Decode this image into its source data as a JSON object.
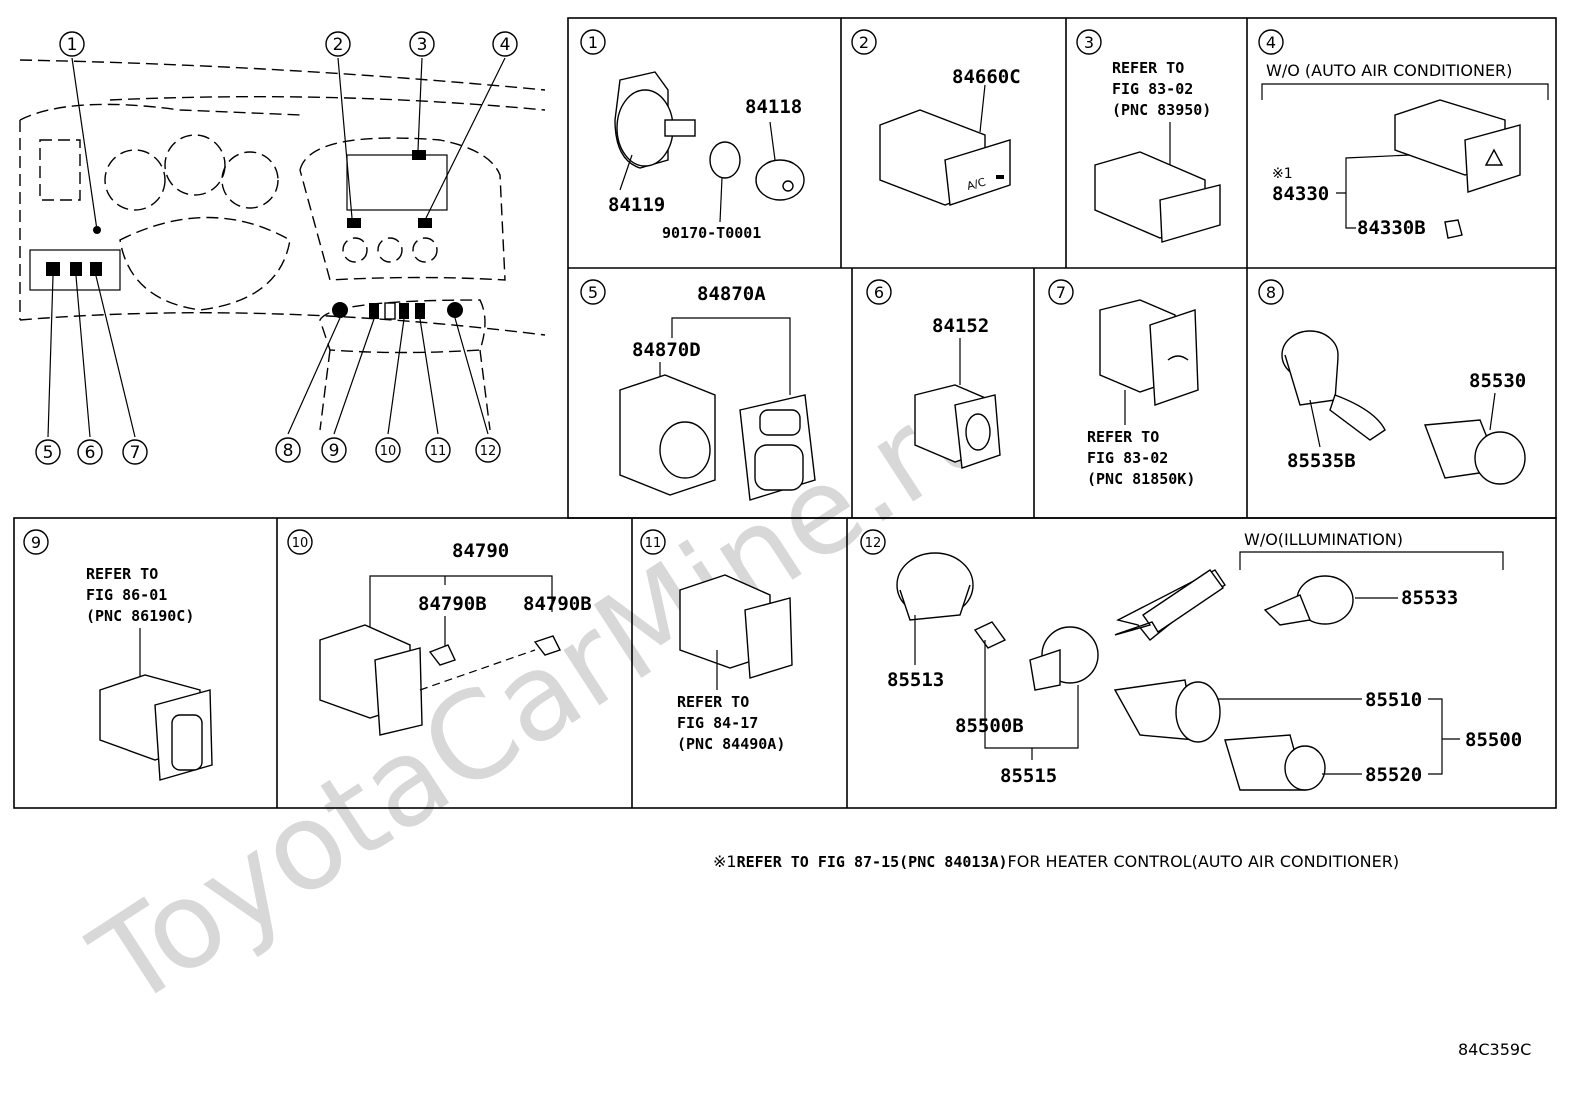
{
  "watermark": "ToyotaCarMine.ru",
  "overview": {
    "callouts_top": [
      "1",
      "2",
      "3",
      "4"
    ],
    "callouts_bottom": [
      "5",
      "6",
      "7",
      "8",
      "9",
      "10",
      "11",
      "12"
    ]
  },
  "cells": {
    "c1": {
      "num": "1",
      "p1": "84119",
      "p2": "84118",
      "p3": "90170-T0001"
    },
    "c2": {
      "num": "2",
      "p1": "84660C",
      "lbl": "A/C"
    },
    "c3": {
      "num": "3",
      "r1": "REFER TO",
      "r2": "FIG 83-02",
      "r3": "(PNC 83950)"
    },
    "c4": {
      "num": "4",
      "note": "W/O (AUTO AIR CONDITIONER)",
      "mark": "※1",
      "p1": "84330",
      "p2": "84330B"
    },
    "c5": {
      "num": "5",
      "p1": "84870A",
      "p2": "84870D"
    },
    "c6": {
      "num": "6",
      "p1": "84152"
    },
    "c7": {
      "num": "7",
      "r1": "REFER TO",
      "r2": "FIG 83-02",
      "r3": "(PNC 81850K)"
    },
    "c8": {
      "num": "8",
      "p1": "85530",
      "p2": "85535B"
    },
    "c9": {
      "num": "9",
      "r1": "REFER TO",
      "r2": "FIG 86-01",
      "r3": "(PNC 86190C)"
    },
    "c10": {
      "num": "10",
      "p1": "84790",
      "p2": "84790B",
      "p3": "84790B"
    },
    "c11": {
      "num": "11",
      "r1": "REFER TO",
      "r2": "FIG 84-17",
      "r3": "(PNC 84490A)"
    },
    "c12": {
      "num": "12",
      "note": "W/O(ILLUMINATION)",
      "p1": "85513",
      "p2": "85533",
      "p3": "85500B",
      "p4": "85510",
      "p5": "85500",
      "p6": "85515",
      "p7": "85520"
    }
  },
  "footnote": {
    "mark": "※1",
    "bold": "REFER TO FIG 87-15(PNC 84013A)",
    "rest": "FOR HEATER CONTROL(AUTO AIR CONDITIONER)"
  },
  "diagram_code": "84C359C"
}
